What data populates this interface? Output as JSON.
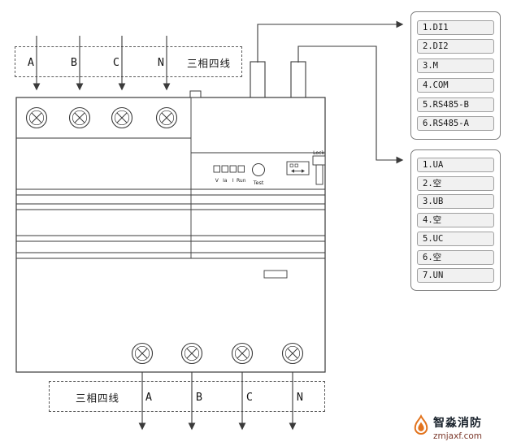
{
  "colors": {
    "line": "#3a3a3a",
    "accent_orange": "#e2731d",
    "item_bg": "#f1f1f1"
  },
  "top_label_box": {
    "phases": [
      "A",
      "B",
      "C",
      "N"
    ],
    "system_label": "三相四线"
  },
  "bottom_label_box": {
    "system_label": "三相四线",
    "phases": [
      "A",
      "B",
      "C",
      "N"
    ]
  },
  "device_panel": {
    "lock_label": "Lock",
    "indicator_labels": [
      "V",
      "Ia",
      "I",
      "Run"
    ],
    "test_label": "Test"
  },
  "terminal_block_signal": {
    "items": [
      "1.DI1",
      "2.DI2",
      "3.M",
      "4.COM",
      "5.RS485-B",
      "6.RS485-A"
    ]
  },
  "terminal_block_voltage": {
    "items": [
      "1.UA",
      "2.空",
      "3.UB",
      "4.空",
      "5.UC",
      "6.空",
      "7.UN"
    ]
  },
  "logo": {
    "name": "智淼消防",
    "domain": "zmjaxf.com"
  }
}
